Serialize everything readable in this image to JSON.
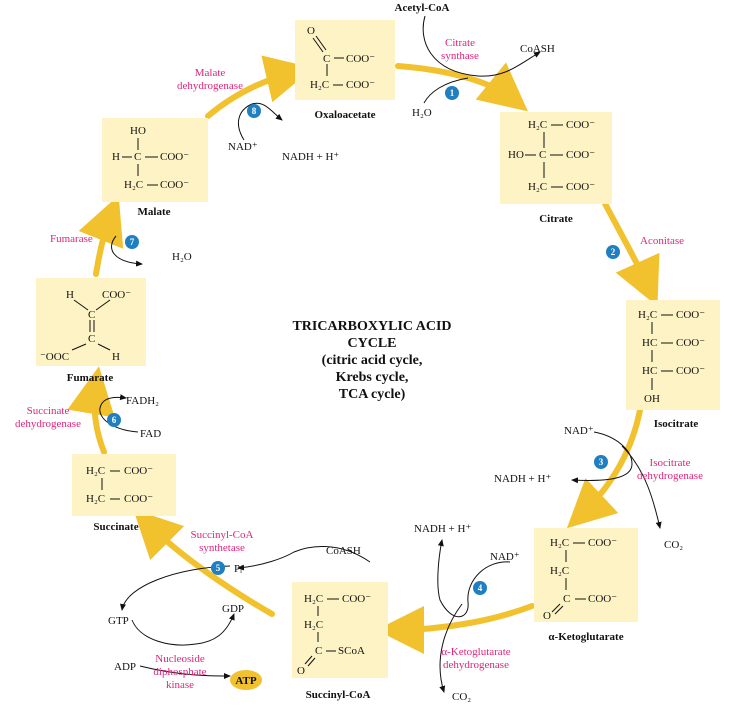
{
  "title_lines": [
    "TRICARBOXYLIC ACID",
    "CYCLE",
    "(citric acid cycle,",
    "Krebs cycle,",
    "TCA cycle)"
  ],
  "metabolites": {
    "oxaloacetate": "Oxaloacetate",
    "citrate": "Citrate",
    "isocitrate": "Isocitrate",
    "alpha_ketoglutarate": "α-Ketoglutarate",
    "succinyl_coa": "Succinyl-CoA",
    "succinate": "Succinate",
    "fumarate": "Fumarate",
    "malate": "Malate"
  },
  "enzymes": {
    "citrate_synthase": [
      "Citrate",
      "synthase"
    ],
    "aconitase": "Aconitase",
    "isocitrate_dehydrogenase": [
      "Isocitrate",
      "dehydrogenase"
    ],
    "akg_dehydrogenase": [
      "α-Ketoglutarate",
      "dehydrogenase"
    ],
    "succinyl_coa_synthetase": [
      "Succinyl-CoA",
      "synthetase"
    ],
    "succinate_dehydrogenase": [
      "Succinate",
      "dehydrogenase"
    ],
    "fumarase": "Fumarase",
    "malate_dehydrogenase": [
      "Malate",
      "dehydrogenase"
    ],
    "ndp_kinase": [
      "Nucleoside",
      "diphosphate",
      "kinase"
    ]
  },
  "cofactors": {
    "acetyl_coa": "Acetyl-CoA",
    "coash": "CoASH",
    "h2o": "H₂O",
    "nad": "NAD⁺",
    "nadh": "NADH + H⁺",
    "co2": "CO₂",
    "fad": "FAD",
    "fadh2": "FADH₂",
    "gtp": "GTP",
    "gdp": "GDP",
    "pi": "Pᵢ",
    "adp": "ADP",
    "atp": "ATP"
  },
  "chem_groups": {
    "coo": "COO⁻",
    "ooc": "⁻OOC",
    "h2c": "H₂C",
    "hc": "HC",
    "ho": "HO",
    "oh": "OH",
    "h": "H",
    "c": "C",
    "o": "O",
    "scoa": "SCoA"
  },
  "steps": [
    "1",
    "2",
    "3",
    "4",
    "5",
    "6",
    "7",
    "8"
  ],
  "colors": {
    "box": "#fdf3c4",
    "arrow": "#f2c12e",
    "enzyme": "#e0257a",
    "step_badge": "#1f7fc1"
  }
}
